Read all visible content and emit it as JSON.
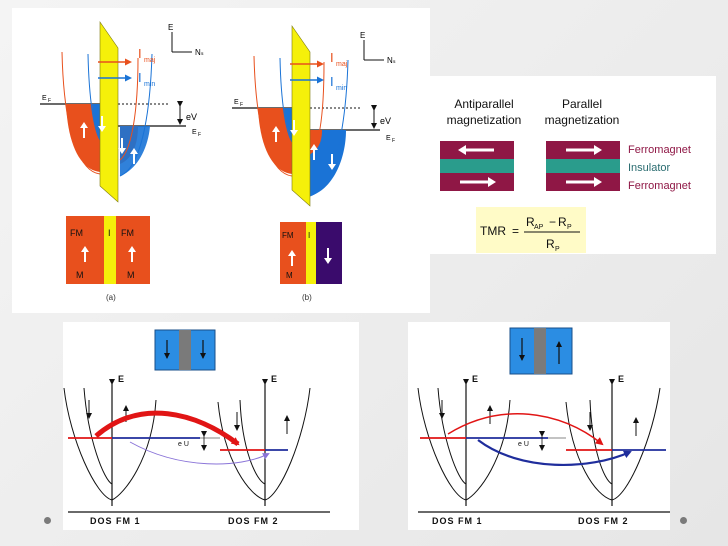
{
  "colors": {
    "orange": "#e8501d",
    "yellow": "#f5f00a",
    "blue": "#1a73d6",
    "red": "#e11515",
    "navy": "#1f2d9c",
    "maroon": "#8f1745",
    "teal": "#2a9c8c",
    "formula_bg": "#fffbc7"
  },
  "panel_top_left": {
    "fig_a": {
      "energy_axis": "E",
      "ns_axis": "Nₛ",
      "i_maj": "I",
      "i_maj_sub": "maj",
      "i_min": "I",
      "i_min_sub": "min",
      "ef_left": "E",
      "ef_left_sub": "F",
      "ef_right": "E",
      "ef_right_sub": "F",
      "ev_label": "eV",
      "fm_left": "FM",
      "m_left": "M",
      "i_label": "I",
      "fm_right": "FM",
      "m_right": "M",
      "caption": "(a)"
    },
    "fig_b": {
      "energy_axis": "E",
      "ns_axis": "Nₛ",
      "i_maj": "I",
      "i_maj_sub": "maj",
      "i_min": "I",
      "i_min_sub": "min",
      "ef_left": "E",
      "ef_left_sub": "F",
      "ef_right": "E",
      "ef_right_sub": "F",
      "ev_label": "eV",
      "fm_left": "FM",
      "m_left": "M",
      "i_label": "I",
      "caption": "(b)"
    }
  },
  "panel_top_right": {
    "antiparallel_line1": "Antiparallel",
    "antiparallel_line2": "magnetization",
    "parallel_line1": "Parallel",
    "parallel_line2": "magnetization",
    "layer_top": "Ferromagnet",
    "layer_mid": "Insulator",
    "layer_bot": "Ferromagnet",
    "tmr_label": "TMR",
    "equals": "=",
    "r": "R",
    "r_ap_sub": "AP",
    "minus": "−",
    "r_p_sub": "P"
  },
  "panel_bottom_left": {
    "e_left": "E",
    "e_right": "E",
    "eu_label": "e U",
    "dos_left": "DOS FM 1",
    "dos_right": "DOS FM 2"
  },
  "panel_bottom_right": {
    "e_left": "E",
    "e_right": "E",
    "eu_label": "e U",
    "dos_left": "DOS FM 1",
    "dos_right": "DOS FM 2"
  }
}
